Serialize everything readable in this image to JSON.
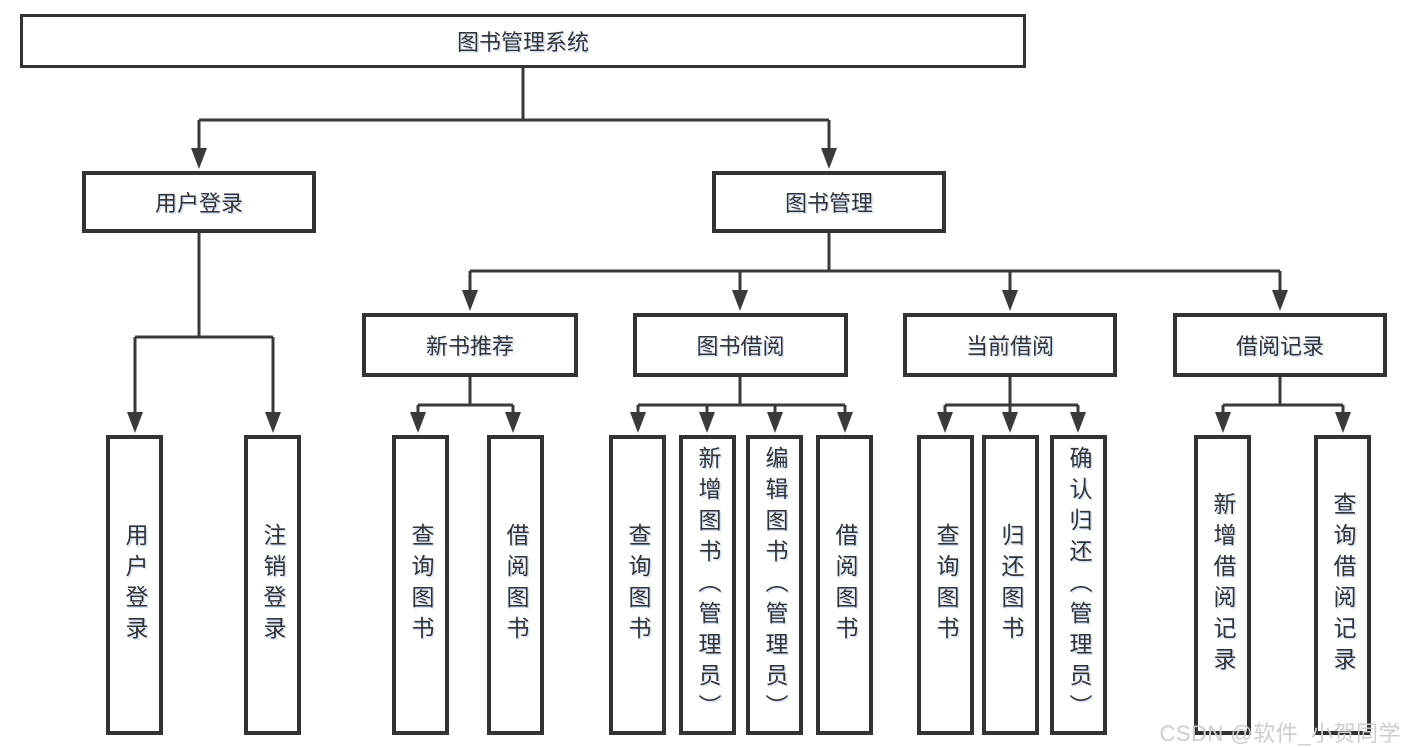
{
  "tree": {
    "label": "图书管理系统",
    "children": [
      {
        "label": "用户登录",
        "children": [
          {
            "label": "用户登录"
          },
          {
            "label": "注销登录"
          }
        ]
      },
      {
        "label": "图书管理",
        "children": [
          {
            "label": "新书推荐",
            "children": [
              {
                "label": "查询图书"
              },
              {
                "label": "借阅图书"
              }
            ]
          },
          {
            "label": "图书借阅",
            "children": [
              {
                "label": "查询图书"
              },
              {
                "label": "新增图书（管理员）"
              },
              {
                "label": "编辑图书（管理员）"
              },
              {
                "label": "借阅图书"
              }
            ]
          },
          {
            "label": "当前借阅",
            "children": [
              {
                "label": "查询图书"
              },
              {
                "label": "归还图书"
              },
              {
                "label": "确认归还（管理员）"
              }
            ]
          },
          {
            "label": "借阅记录",
            "children": [
              {
                "label": "新增借阅记录"
              },
              {
                "label": "查询借阅记录"
              }
            ]
          }
        ]
      }
    ]
  },
  "watermark": {
    "text": "CSDN @软件_小贺同学"
  },
  "colors": {
    "line": "#3a3a3a",
    "box_border": "#333333",
    "box_fill": "#ffffff",
    "text": "#333333",
    "watermark": "#cdcdcd"
  }
}
